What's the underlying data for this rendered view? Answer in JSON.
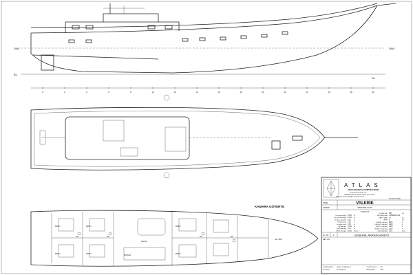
{
  "drawing": {
    "profile_labels": {
      "dwl": "DWL",
      "bl": "BL",
      "dl": "DL"
    },
    "station_numbers": [
      "0",
      "2",
      "4",
      "6",
      "8",
      "10",
      "12",
      "14",
      "16",
      "18",
      "20",
      "22",
      "24",
      "26",
      "28",
      "30"
    ],
    "lower_deck_title": "KAMARA GÖVERTE",
    "cabin_labels": [
      "KMR 1",
      "KMR 2",
      "KMR 3",
      "KMR 4",
      "SALON",
      "MUTFAK",
      "KMR 5",
      "KMR 6",
      "WC",
      "WC",
      "WC",
      "WC",
      "EL. ODA"
    ]
  },
  "title_block": {
    "company": "ATLAS",
    "company_subtitle": "YACHT DESIGN & CONSTRUCTIONS",
    "address_lines": [
      "info@atlasyachtdesign.com",
      "GARDANS MAH. BODRUM, P.CAD. 28/1-5 KAT 3",
      "TEL: 0252 XXX XX XX  FAX: 0252 XXX XX XX",
      "BODRUM/TURKEY"
    ],
    "name_label": "NAME",
    "owner_label": "OWNER",
    "vessel_name": "VALERIE",
    "owner": "WESTERA LTD",
    "yard": "YILKIN YAT",
    "specs_left": [
      {
        "label": "Loa (gemi boyu)",
        "value": "23,50",
        "unit": "m"
      },
      {
        "label": "Lwl (su hattı boyu)",
        "value": "21,00",
        "unit": "m"
      },
      {
        "label": "B (maks genişlik)",
        "value": "6,20",
        "unit": "m"
      },
      {
        "label": "H depth (kuıl)",
        "value": "3,00",
        "unit": "m"
      },
      {
        "label": "H₁ depth (kuıl)",
        "value": "2,50",
        "unit": "m"
      },
      {
        "label": "Lwl (design)",
        "value": "21,00",
        "unit": "m"
      },
      {
        "label": "T draft (design)",
        "value": "2,20",
        "unit": "m"
      },
      {
        "label": "DISPL (design)",
        "value": "92,00",
        "unit": "tonnes"
      }
    ],
    "specs_right": [
      {
        "label": "POWER (hp)",
        "value": "550",
        "unit": "HP"
      },
      {
        "label": "ENGINE model",
        "value": "CATERPILLAR",
        "unit": ""
      },
      {
        "label": "YAKIT TANK",
        "value": "14",
        "unit": "pcs"
      },
      {
        "label": "CREW",
        "value": "5",
        "unit": "pcs"
      },
      {
        "label": "DIESEL (design)",
        "value": "8000",
        "unit": "lt"
      },
      {
        "label": "FRESH W (design)",
        "value": "8000",
        "unit": "lt"
      },
      {
        "label": "GREY W (design)",
        "value": "3000",
        "unit": "lt"
      },
      {
        "label": "BLACK W (design)",
        "value": "2000",
        "unit": "lt"
      },
      {
        "label": "speed (design)",
        "value": "10,0",
        "unit": "knot"
      }
    ],
    "plan_no_label": "PL. NO.",
    "plan_no": "2",
    "rev_no_label": "REV. NO.",
    "drawing_title": "GENERAL ARRANGEMENT",
    "footer": [
      {
        "label": "ÇİZİM/DRAWN",
        "value": "SEFER ÖZAN BALCI"
      },
      {
        "label": "ÖLÇEK/SCALE",
        "value": "1/50"
      },
      {
        "label": "KONTROL",
        "value": "SELIM AKYOL"
      },
      {
        "label": "TARİH/DATE",
        "value": "2008"
      }
    ]
  }
}
